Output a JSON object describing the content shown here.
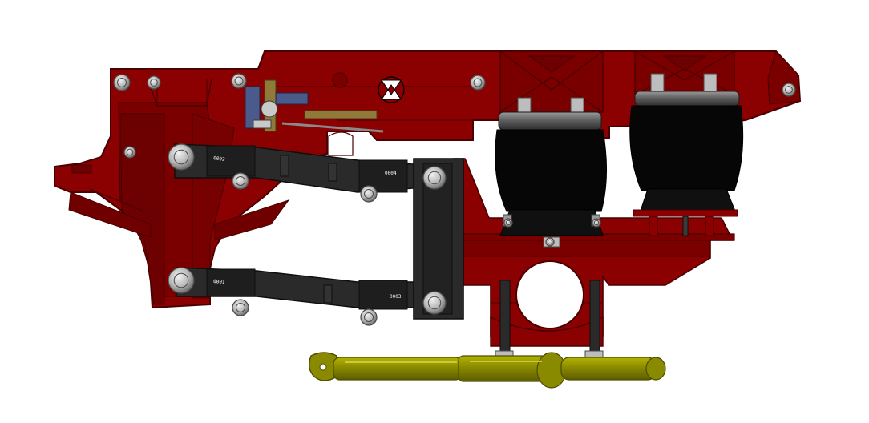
{
  "colors": {
    "frame_red": "#8B0000",
    "frame_red_edge": "#5a0000",
    "frame_red_shade": "#6d0000",
    "bag_black": "#060606",
    "bag_cap": "#3d3d3d",
    "arm_dark": "#262626",
    "arm_mid": "#3a3a3a",
    "axle_olive": "#8a8a00",
    "axle_edge": "#4d4d00",
    "bolt_gray": "#b8b8b8",
    "bolt_edge": "#4a4a4a",
    "valve_brass": "#8f7a3a",
    "valve_blue": "#4a5a8a"
  },
  "components": {
    "frame_bracket": "frame-bracket",
    "front_air_bag": "air-spring",
    "rear_air_bag": "air-spring",
    "upper_trailing_arm": "trailing-arm",
    "lower_trailing_arm": "trailing-arm",
    "axle_seat": "axle-seat",
    "tie_rod": "tie-rod",
    "height_control_valve": "leveling-valve",
    "warning_label": "pinch-point-icon"
  },
  "labels": {
    "arm_mark_upper_left": "0002",
    "arm_mark_upper_right": "0004",
    "arm_mark_lower_left": "0001",
    "arm_mark_lower_right": "0003"
  }
}
